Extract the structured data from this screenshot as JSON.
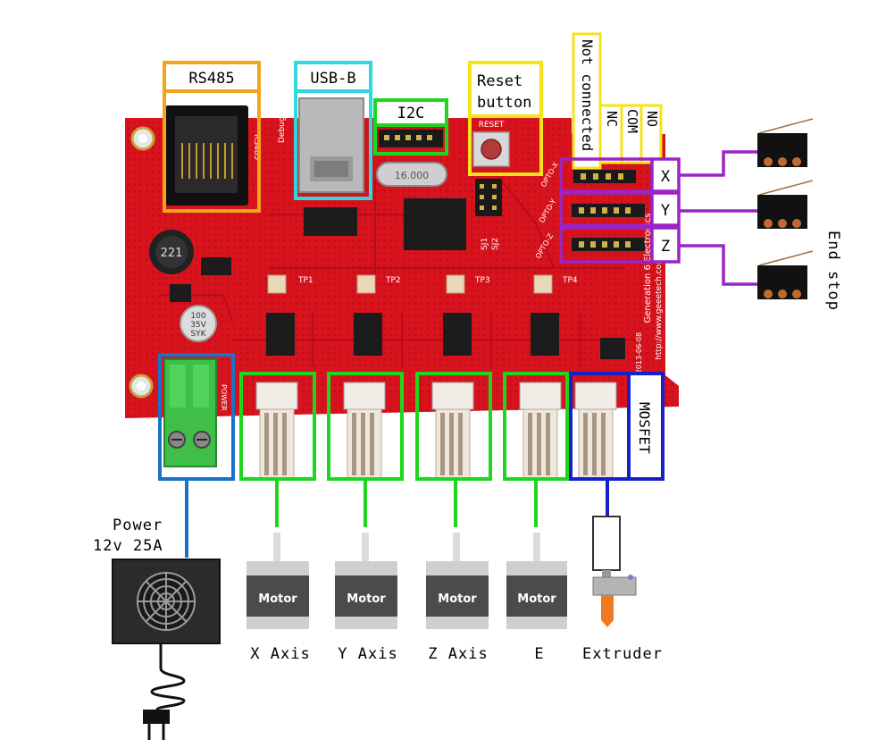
{
  "labels": {
    "rs485": "RS485",
    "usb_b": "USB-B",
    "i2c": "I2C",
    "reset_line1": "Reset",
    "reset_line2": "button",
    "not_connected": "Not connected",
    "nc": "NC",
    "com": "COM",
    "no": "NO",
    "end_stop": "End stop",
    "mosfet": "MOSFET",
    "power_line1": "Power",
    "power_line2": "12v 25A",
    "axis_x": "X",
    "axis_y": "Y",
    "axis_z": "Z"
  },
  "board": {
    "reset_silk": "RESET",
    "crystal": "16.000",
    "inductor": "221",
    "cap_line1": "100",
    "cap_line2": "35V",
    "cap_line3": "SYK",
    "tp1": "TP1",
    "tp2": "TP2",
    "tp3": "TP3",
    "tp4": "TP4",
    "power_silk": "POWER",
    "rs485_silk": "RS485",
    "debug_silk": "Debug",
    "opto_x": "OPTO-X",
    "opto_y": "OPTO-Y",
    "opto_z": "OPTO-Z",
    "sj1": "SJ1",
    "sj2": "SJ2",
    "brand": "Generation 6 Electronics",
    "url": "http://www.geeetech.com",
    "date": "2013-06-08"
  },
  "motors": [
    {
      "text": "Motor",
      "caption": "X Axis"
    },
    {
      "text": "Motor",
      "caption": "Y Axis"
    },
    {
      "text": "Motor",
      "caption": "Z Axis"
    },
    {
      "text": "Motor",
      "caption": "E"
    }
  ],
  "extruder_caption": "Extruder",
  "colors": {
    "board": "#d8131d",
    "rs485_box": "#f2a51a",
    "usb_box": "#30d8de",
    "i2c_box": "#1fd61f",
    "reset_box": "#f6e21a",
    "endstop_box": "#9b24c6",
    "motor_box": "#1fd61f",
    "mosfet_box": "#1420c8",
    "power_box": "#1a73c8"
  }
}
